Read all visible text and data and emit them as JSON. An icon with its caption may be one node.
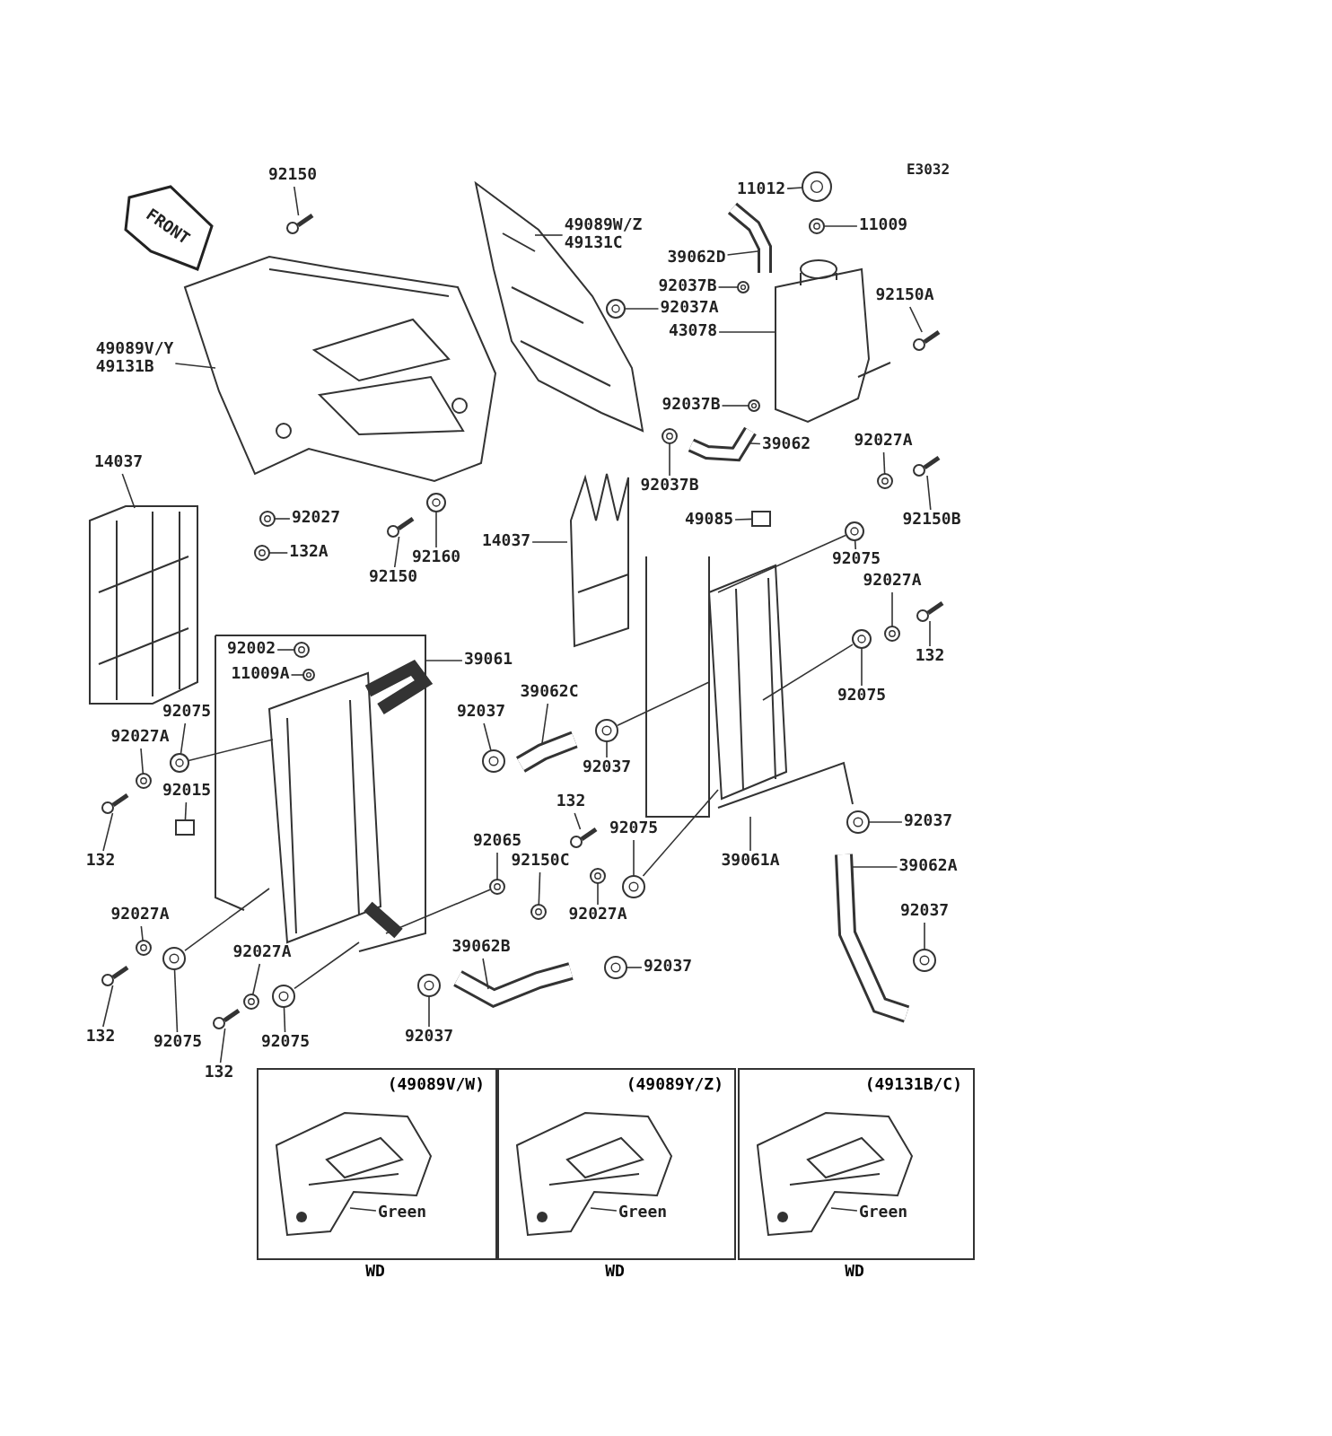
{
  "diagram": {
    "nodes": [
      {
        "text": [
          "FRONT"
        ]
      },
      {
        "text": [
          "92150"
        ]
      },
      {
        "text": [
          "49089W/Z",
          "49131C"
        ]
      },
      {
        "text": [
          "49089V/Y",
          "49131B"
        ]
      },
      {
        "text": [
          "11012"
        ]
      },
      {
        "text": [
          "11009"
        ]
      },
      {
        "text": [
          "39062D"
        ]
      },
      {
        "text": [
          "92037B"
        ]
      },
      {
        "text": [
          "92037A"
        ]
      },
      {
        "text": [
          "43078"
        ]
      },
      {
        "text": [
          "92150A"
        ]
      },
      {
        "text": [
          "92037B"
        ]
      },
      {
        "text": [
          "39062"
        ]
      },
      {
        "text": [
          "92037B"
        ]
      },
      {
        "text": [
          "92027A"
        ]
      },
      {
        "text": [
          "92150B"
        ]
      },
      {
        "text": [
          "14037"
        ]
      },
      {
        "text": [
          "92027"
        ]
      },
      {
        "text": [
          "132A"
        ]
      },
      {
        "text": [
          "92150"
        ]
      },
      {
        "text": [
          "92160"
        ]
      },
      {
        "text": [
          "14037"
        ]
      },
      {
        "text": [
          "49085"
        ]
      },
      {
        "text": [
          "92075"
        ]
      },
      {
        "text": [
          "92027A"
        ]
      },
      {
        "text": [
          "132"
        ]
      },
      {
        "text": [
          "92002"
        ]
      },
      {
        "text": [
          "11009A"
        ]
      },
      {
        "text": [
          "39061"
        ]
      },
      {
        "text": [
          "39062C"
        ]
      },
      {
        "text": [
          "92037"
        ]
      },
      {
        "text": [
          "92037"
        ]
      },
      {
        "text": [
          "92075"
        ]
      },
      {
        "text": [
          "92075"
        ]
      },
      {
        "text": [
          "92027A"
        ]
      },
      {
        "text": [
          "92015"
        ]
      },
      {
        "text": [
          "132"
        ]
      },
      {
        "text": [
          "92065"
        ]
      },
      {
        "text": [
          "132"
        ]
      },
      {
        "text": [
          "92150C"
        ]
      },
      {
        "text": [
          "92075"
        ]
      },
      {
        "text": [
          "39061A"
        ]
      },
      {
        "text": [
          "92037"
        ]
      },
      {
        "text": [
          "39062A"
        ]
      },
      {
        "text": [
          "92027A"
        ]
      },
      {
        "text": [
          "92037"
        ]
      },
      {
        "text": [
          "92027A"
        ]
      },
      {
        "text": [
          "132"
        ]
      },
      {
        "text": [
          "92075"
        ]
      },
      {
        "text": [
          "39062B"
        ]
      },
      {
        "text": [
          "92037"
        ]
      },
      {
        "text": [
          "92027A"
        ]
      },
      {
        "text": [
          "92075"
        ]
      },
      {
        "text": [
          "92037"
        ]
      },
      {
        "text": [
          "132"
        ]
      },
      {
        "text": [
          "(49089V/W)"
        ],
        "beside": [
          "WD"
        ]
      },
      {
        "text": [
          "Green"
        ],
        "in": 55
      },
      {
        "text": [
          "(49089Y/Z)"
        ],
        "beside": [
          "WD"
        ]
      },
      {
        "text": [
          "Green"
        ],
        "in": 57
      },
      {
        "text": [
          "(49131B/C)"
        ],
        "beside": [
          "WD"
        ]
      },
      {
        "text": [
          "Green"
        ],
        "in": 59
      },
      {
        "text": [],
        "shape": "bolt"
      },
      {
        "text": [],
        "shape": "circle"
      },
      {
        "text": [],
        "shape": "circle"
      },
      {
        "text": [],
        "shape": "circle"
      },
      {
        "text": [],
        "shape": "circle"
      },
      {
        "text": [],
        "shape": "bolt"
      },
      {
        "text": [],
        "shape": "circle"
      },
      {
        "text": [],
        "shape": "circle"
      },
      {
        "text": [],
        "shape": "circle"
      },
      {
        "text": [],
        "shape": "bolt"
      },
      {
        "text": [],
        "shape": "circle"
      },
      {
        "text": [],
        "shape": "circle"
      },
      {
        "text": [],
        "shape": "bolt"
      },
      {
        "text": [],
        "shape": "circle"
      },
      {
        "text": [],
        "shape": "box"
      },
      {
        "text": [],
        "shape": "circle"
      },
      {
        "text": [],
        "shape": "circle"
      },
      {
        "text": [],
        "shape": "bolt"
      },
      {
        "text": [],
        "shape": "circle"
      },
      {
        "text": [],
        "shape": "circle"
      },
      {
        "text": [],
        "shape": "circle"
      },
      {
        "text": [],
        "shape": "circle"
      },
      {
        "text": [],
        "shape": "circle"
      },
      {
        "text": [],
        "shape": "circle"
      },
      {
        "text": [],
        "shape": "circle"
      },
      {
        "text": [],
        "shape": "box"
      },
      {
        "text": [],
        "shape": "bolt"
      },
      {
        "text": [],
        "shape": "circle"
      },
      {
        "text": [],
        "shape": "bolt"
      },
      {
        "text": [],
        "shape": "circle"
      },
      {
        "text": [],
        "shape": "circle"
      },
      {
        "text": [],
        "shape": "circle"
      },
      {
        "text": [],
        "shape": "circle"
      },
      {
        "text": [],
        "shape": "circle"
      },
      {
        "text": [],
        "shape": "circle"
      },
      {
        "text": [],
        "shape": "bolt"
      },
      {
        "text": [],
        "shape": "circle"
      },
      {
        "text": [],
        "shape": "circle"
      },
      {
        "text": [],
        "shape": "circle"
      },
      {
        "text": [],
        "shape": "circle"
      },
      {
        "text": [],
        "shape": "circle"
      },
      {
        "text": [],
        "shape": "bolt"
      }
    ],
    "edges": [
      {
        "from": 1,
        "to": 61,
        "arrow": "none"
      },
      {
        "from": 2,
        "to": null,
        "arrow": "none"
      },
      {
        "from": 3,
        "to": null,
        "arrow": "none"
      },
      {
        "from": 4,
        "to": 62,
        "arrow": "none"
      },
      {
        "from": 5,
        "to": 63,
        "arrow": "none"
      },
      {
        "from": 6,
        "to": null,
        "arrow": "none"
      },
      {
        "from": 7,
        "to": 64,
        "arrow": "none"
      },
      {
        "from": 8,
        "to": 65,
        "arrow": "none"
      },
      {
        "from": 9,
        "to": null,
        "arrow": "none"
      },
      {
        "from": 10,
        "to": 66,
        "arrow": "none"
      },
      {
        "from": 11,
        "to": 67,
        "arrow": "none"
      },
      {
        "from": 12,
        "to": null,
        "arrow": "none"
      },
      {
        "from": 13,
        "to": 68,
        "arrow": "none"
      },
      {
        "from": 14,
        "to": 69,
        "arrow": "none"
      },
      {
        "from": 15,
        "to": 70,
        "arrow": "none"
      },
      {
        "from": 16,
        "to": null,
        "arrow": "none"
      },
      {
        "from": 17,
        "to": 71,
        "arrow": "none"
      },
      {
        "from": 18,
        "to": 72,
        "arrow": "none"
      },
      {
        "from": 19,
        "to": 73,
        "arrow": "none"
      },
      {
        "from": 20,
        "to": 74,
        "arrow": "none"
      },
      {
        "from": 21,
        "to": null,
        "arrow": "none"
      },
      {
        "from": 22,
        "to": 75,
        "arrow": "none"
      },
      {
        "from": 23,
        "to": 76,
        "arrow": "none"
      },
      {
        "from": 24,
        "to": 77,
        "arrow": "none"
      },
      {
        "from": 25,
        "to": 78,
        "arrow": "none"
      },
      {
        "from": 26,
        "to": 79,
        "arrow": "none"
      },
      {
        "from": 27,
        "to": 80,
        "arrow": "none"
      },
      {
        "from": 28,
        "to": null,
        "arrow": "none"
      },
      {
        "from": 29,
        "to": null,
        "arrow": "none"
      },
      {
        "from": 30,
        "to": 81,
        "arrow": "none"
      },
      {
        "from": 31,
        "to": 82,
        "arrow": "none"
      },
      {
        "from": 32,
        "to": 83,
        "arrow": "none"
      },
      {
        "from": 33,
        "to": 84,
        "arrow": "none"
      },
      {
        "from": 34,
        "to": 85,
        "arrow": "none"
      },
      {
        "from": 35,
        "to": 86,
        "arrow": "none"
      },
      {
        "from": 36,
        "to": 87,
        "arrow": "none"
      },
      {
        "from": 37,
        "to": 88,
        "arrow": "none"
      },
      {
        "from": 38,
        "to": 89,
        "arrow": "none"
      },
      {
        "from": 39,
        "to": 90,
        "arrow": "none"
      },
      {
        "from": 40,
        "to": 91,
        "arrow": "none"
      },
      {
        "from": 41,
        "to": null,
        "arrow": "none"
      },
      {
        "from": 42,
        "to": 92,
        "arrow": "none"
      },
      {
        "from": 43,
        "to": null,
        "arrow": "none"
      },
      {
        "from": 44,
        "to": 93,
        "arrow": "none"
      },
      {
        "from": 45,
        "to": 94,
        "arrow": "none"
      },
      {
        "from": 46,
        "to": 95,
        "arrow": "none"
      },
      {
        "from": 47,
        "to": 96,
        "arrow": "none"
      },
      {
        "from": 48,
        "to": 97,
        "arrow": "none"
      },
      {
        "from": 49,
        "to": null,
        "arrow": "none"
      },
      {
        "from": 50,
        "to": 98,
        "arrow": "none"
      },
      {
        "from": 51,
        "to": 99,
        "arrow": "none"
      },
      {
        "from": 52,
        "to": 100,
        "arrow": "none"
      },
      {
        "from": 53,
        "to": 101,
        "arrow": "none"
      },
      {
        "from": 54,
        "to": 102,
        "arrow": "none"
      },
      {
        "from": 56,
        "to": null,
        "arrow": "none"
      },
      {
        "from": 58,
        "to": null,
        "arrow": "none"
      },
      {
        "from": 60,
        "to": null,
        "arrow": "none"
      },
      {
        "from": 84,
        "to": null,
        "arrow": "none"
      },
      {
        "from": 97,
        "to": null,
        "arrow": "none"
      },
      {
        "from": 100,
        "to": null,
        "arrow": "none"
      },
      {
        "from": 91,
        "to": null,
        "arrow": "none"
      },
      {
        "from": 83,
        "to": null,
        "arrow": "none"
      },
      {
        "from": 76,
        "to": null,
        "arrow": "none"
      },
      {
        "from": 82,
        "to": null,
        "arrow": "none"
      },
      {
        "from": 88,
        "to": null,
        "arrow": "none"
      }
    ],
    "labels": [
      "E3032"
    ]
  }
}
